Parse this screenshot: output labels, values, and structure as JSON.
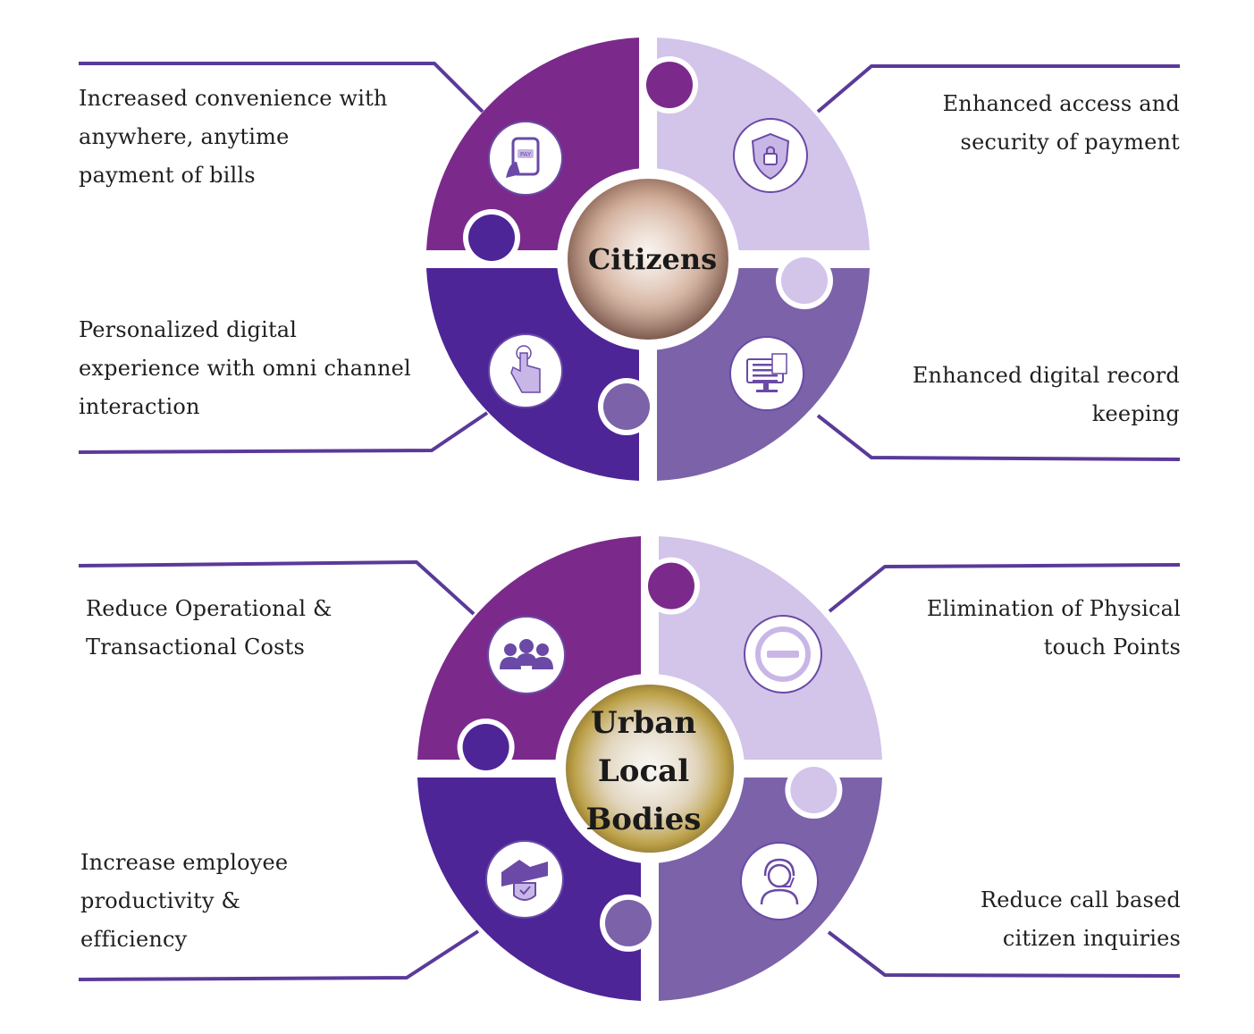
{
  "colors": {
    "piece_top_left": "#7b2a8c",
    "piece_top_right": "#d3c4ea",
    "piece_bottom_left": "#4e2597",
    "piece_bottom_right": "#7b62a9",
    "connector_line": "#5a3a99",
    "icon_purple": "#6a4aa6",
    "icon_light": "#c8b7e6"
  },
  "citizens": {
    "center_title": "Citizens",
    "top_left_text": [
      "Increased convenience with",
      "anywhere, anytime",
      "payment of bills"
    ],
    "top_right_text": [
      "Enhanced access and",
      "security of payment"
    ],
    "bottom_left_text": [
      "Personalized digital",
      "experience with omni channel",
      "interaction"
    ],
    "bottom_right_text": [
      "Enhanced digital record",
      "keeping"
    ],
    "icons": [
      "pay-phone-icon",
      "shield-lock-icon",
      "tap-hand-icon",
      "documents-monitor-icon"
    ],
    "icon_pay_text": "PAY"
  },
  "ulb": {
    "center_title": [
      "Urban",
      "Local",
      "Bodies"
    ],
    "top_left_text": [
      "Reduce Operational &",
      "Transactional Costs"
    ],
    "top_right_text": [
      "Elimination of Physical",
      "touch Points"
    ],
    "bottom_left_text": [
      "Increase employee",
      "productivity &",
      "efficiency"
    ],
    "bottom_right_text": [
      "Reduce call based",
      "citizen inquiries"
    ],
    "icons": [
      "group-people-icon",
      "minus-circle-icon",
      "handshake-shield-icon",
      "support-agent-icon"
    ]
  }
}
